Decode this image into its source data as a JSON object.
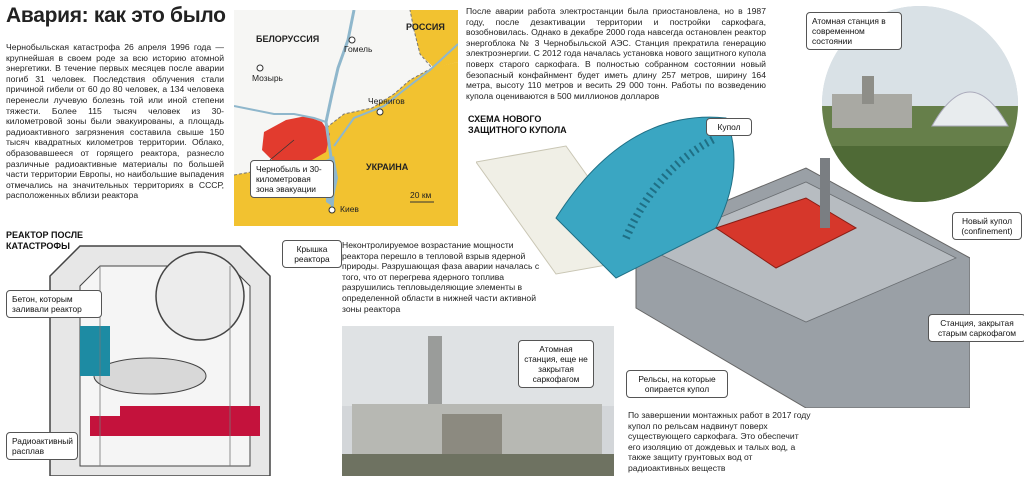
{
  "title": "Авария: как это было",
  "intro_text": "Чернобыльская катастрофа 26 апреля 1996 года — крупнейшая в своем роде за всю историю атомной энергетики. В течение первых месяцев после аварии погиб 31 человек. Последствия облучения стали причиной гибели от 60 до 80 человек, а 134 человека перенесли лучевую болезнь той или иной степени тяжести. Более 115 тысяч человек из 30-километровой зоны были эвакуированы, а площадь радиоактивного загрязнения составила свыше 150 тысяч квадратных километров территории. Облако, образовавшееся от горящего реактора, разнесло различные радиоактивные материалы по большей части территории Европы, но наибольшие выпадения отмечались на значительных территориях в СССР, расположенных вблизи реактора",
  "map": {
    "countries": [
      "БЕЛОРУССИЯ",
      "РОССИЯ",
      "УКРАИНА"
    ],
    "cities": [
      "Гомель",
      "Мозырь",
      "Чернигов",
      "Киев"
    ],
    "zone_label": "Чернобыль и 30-километровая зона эвакуации",
    "scale": "20 км",
    "colors": {
      "land": "#f2c230",
      "zone": "#e23b2e",
      "water": "#8fb7cc"
    }
  },
  "top_text": "После аварии работа электростанции была приостановлена, но в 1987 году, после дезактивации территории и постройки саркофага, возобновилась. Однако в декабре 2000 года навсегда остановлен реактор энергоблока № 3 Чернобыльской АЭС. Станция прекратила генерацию электроэнергии. С 2012 года началась установка нового защитного купола поверх старого саркофага. В полностью собранном состоянии новый безопасный конфайнмент будет иметь длину 257 метров, ширину 164 метра, высоту 110 метров и весить 29 000 тонн. Работы по возведению купола оцениваются в 500 миллионов долларов",
  "photo_top_label": "Атомная станция в современном состоянии",
  "new_dome_label": "Новый купол (confinement)",
  "reactor_section": {
    "title": "РЕАКТОР ПОСЛЕ КАТАСТРОФЫ",
    "lid": "Крышка реактора",
    "concrete": "Бетон, которым заливали реактор",
    "radioactive_lava": "Радиоактивный расплав"
  },
  "middle_text": "Неконтролируемое возрастание мощности реактора перешло в тепловой взрыв ядерной природы. Разрушающая фаза аварии началась с того, что от перегрева ядерного топлива разрушились тепловыделяющие элементы в определенной области в нижней части активной зоны реактора",
  "photo_bottom_label": "Атомная станция, еще не закрытая саркофагом",
  "scheme": {
    "title": "СХЕМА НОВОГО ЗАЩИТНОГО КУПОЛА",
    "dome": "Купол",
    "station": "Станция, закрытая старым саркофагом",
    "rails": "Рельсы, на которые опирается купол",
    "colors": {
      "dome": "#3aa6c2",
      "sarcophagus": "#d6372b",
      "building": "#9aa0a6"
    }
  },
  "bottom_text": "По завершении монтажных работ в 2017 году купол по рельсам надвинут поверх существующего саркофага. Это обеспечит его изоляцию от дождевых и талых вод, а также защиту грунтовых вод от радиоактивных веществ"
}
